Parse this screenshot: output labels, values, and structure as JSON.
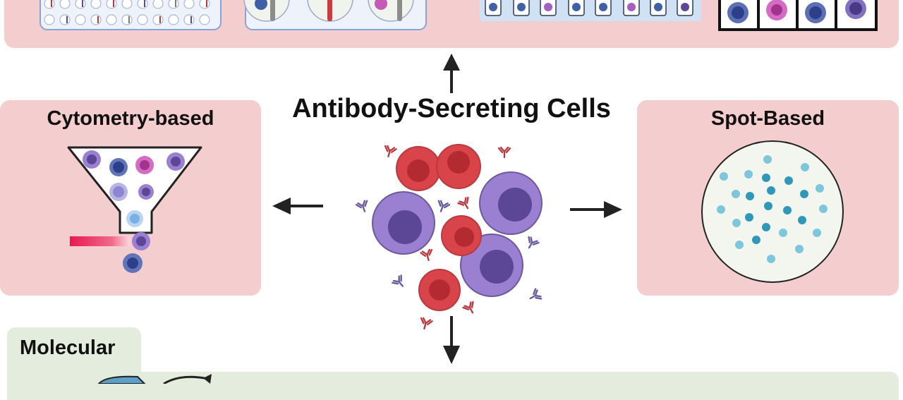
{
  "labels": {
    "center_title": "Antibody-Secreting Cells",
    "cytometry": "Cytometry-based",
    "spot": "Spot-Based",
    "molecular": "Molecular"
  },
  "colors": {
    "panel_pink": "#f4cdcf",
    "panel_green": "#e4ecdd",
    "plasma_cell": "#9b7fd0",
    "plasma_nucleus": "#5c4796",
    "red_cell": "#d9444a",
    "antibody_red": "#b8393f",
    "antibody_purple": "#6b5a9e",
    "spot_blue": "#5bb5cf",
    "laser": "#e8174e"
  }
}
